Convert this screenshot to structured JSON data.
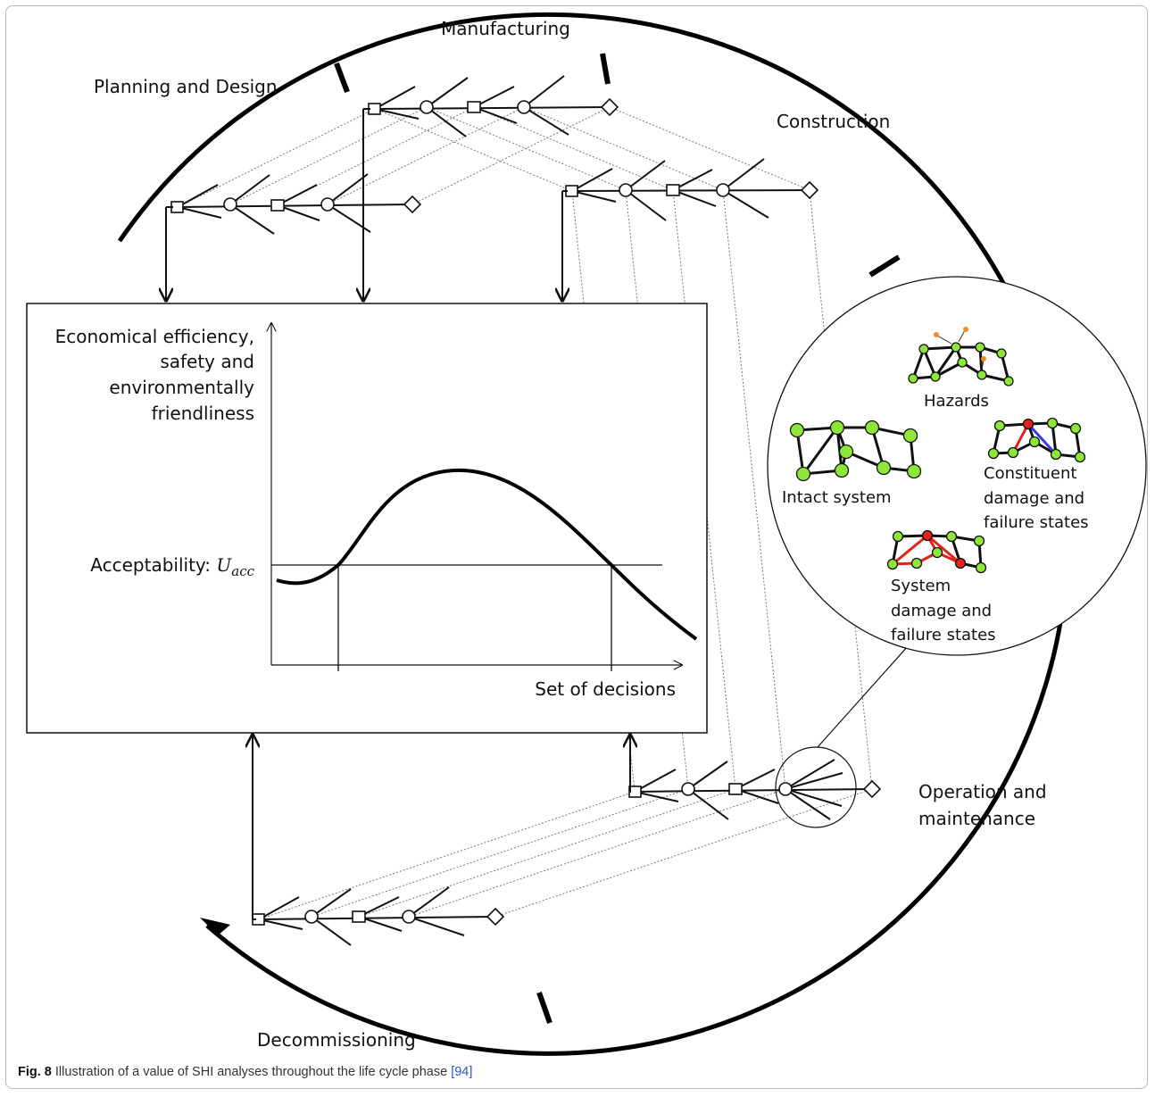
{
  "phases": {
    "manufacturing": "Manufacturing",
    "planning": "Planning and Design",
    "construction": "Construction",
    "operation_line1": "Operation and",
    "operation_line2": "maintenance",
    "decommissioning": "Decommissioning"
  },
  "plot": {
    "ylabel_lines": [
      "Economical efficiency,",
      "safety and",
      "environmentally",
      "friendliness"
    ],
    "acceptability_prefix": "Acceptability: ",
    "acceptability_symbol": "U",
    "acceptability_subscript": "acc",
    "xlabel": "Set of decisions"
  },
  "inset": {
    "hazards": "Hazards",
    "intact": "Intact system",
    "constituent_lines": [
      "Constituent",
      "damage and",
      "failure states"
    ],
    "system_lines": [
      "System",
      "damage and",
      "failure states"
    ]
  },
  "caption": {
    "fig": "Fig. 8",
    "text": " Illustration of a value of SHI analyses throughout the life cycle phase ",
    "ref": "[94]"
  }
}
